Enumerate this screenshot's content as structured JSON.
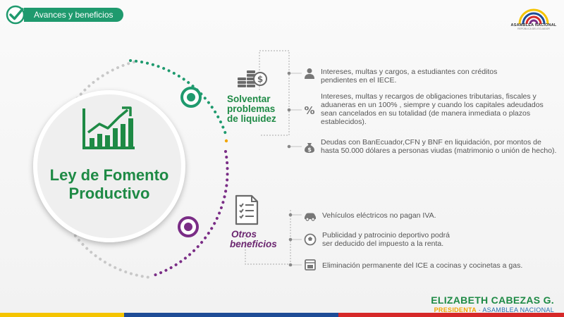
{
  "header": {
    "tab_label": "Avances y beneficios"
  },
  "logo": {
    "name": "ASAMBLEA NACIONAL",
    "sub": "REPÚBLICA DEL ECUADOR"
  },
  "main": {
    "title_line1": "Ley de Fomento",
    "title_line2": "Productivo"
  },
  "liquidez": {
    "label_line1": "Solventar",
    "label_line2": "problemas",
    "label_line3": "de liquidez",
    "items": [
      {
        "icon": "student-icon",
        "lines": [
          "Intereses, multas y cargos, a estudiantes con créditos",
          "pendientes en el IECE."
        ]
      },
      {
        "icon": "percent-icon",
        "lines": [
          "Intereses, multas y recargos de obligaciones tributarias, fiscales y",
          "aduaneras en un 100% , siempre y cuando los capitales adeudados",
          "sean cancelados en su totalidad (de manera inmediata o plazos",
          "establecidos)."
        ]
      },
      {
        "icon": "money-bag-icon",
        "lines": [
          "Deudas con BanEcuador,CFN y BNF en liquidación, por montos de",
          "hasta 50.000 dólares a personas viudas (matrimonio o unión de hecho)."
        ]
      }
    ]
  },
  "otros": {
    "label_line1": "Otros",
    "label_line2": "beneficios",
    "items": [
      {
        "icon": "car-icon",
        "lines": [
          "Vehículos eléctricos no pagan IVA."
        ]
      },
      {
        "icon": "soccer-ball-icon",
        "lines": [
          "Publicidad y patrocinio deportivo podrá",
          "ser deducido del impuesto a la renta."
        ]
      },
      {
        "icon": "stove-icon",
        "lines": [
          "Eliminación permanente del ICE a cocinas y cocinetas a gas."
        ]
      }
    ]
  },
  "footer": {
    "name": "ELIZABETH CABEZAS G.",
    "role_a": "PRESIDENTA",
    "sep": " · ",
    "role_b": "ASAMBLEA NACIONAL"
  },
  "colors": {
    "green": "#1e8a45",
    "teal": "#1f9a6e",
    "purple": "#6b2670",
    "gray": "#555555"
  }
}
